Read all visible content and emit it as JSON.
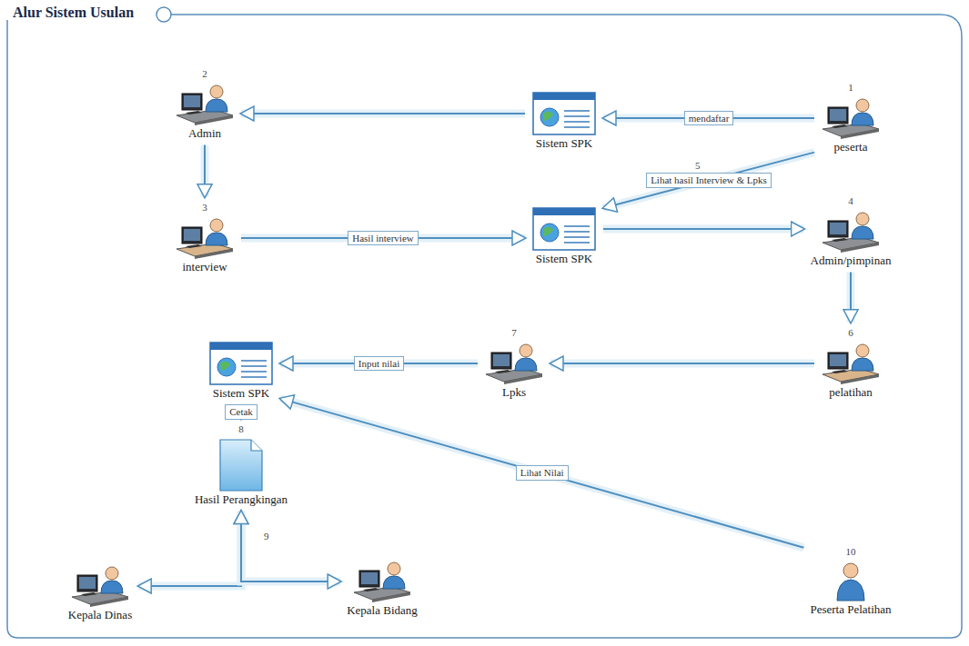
{
  "diagram": {
    "title": "Alur Sistem Usulan",
    "nodes": [
      {
        "text": [
          "1",
          "peserta"
        ]
      },
      {
        "text": [
          "Sistem SPK"
        ]
      },
      {
        "text": [
          "2",
          "Admin"
        ]
      },
      {
        "text": [
          "3",
          "interview"
        ]
      },
      {
        "text": [
          "Sistem SPK"
        ]
      },
      {
        "text": [
          "4",
          "Admin/pimpinan"
        ]
      },
      {
        "text": [
          "6",
          "pelatihan"
        ]
      },
      {
        "text": [
          "7",
          "Lpks"
        ]
      },
      {
        "text": [
          "Sistem SPK"
        ]
      },
      {
        "text": [
          "8",
          "Hasil Perangkingan"
        ]
      },
      {
        "text": [
          "Kepala Dinas"
        ]
      },
      {
        "text": [
          "Kepala Bidang"
        ]
      },
      {
        "text": [
          "10",
          "Peserta Pelatihan"
        ]
      }
    ],
    "edges": [
      {
        "from": 0,
        "to": 1,
        "label": "mendaftar",
        "arrow": "to"
      },
      {
        "from": 1,
        "to": 2,
        "arrow": "to"
      },
      {
        "from": 2,
        "to": 3,
        "arrow": "to"
      },
      {
        "from": 3,
        "to": 4,
        "label": "Hasil interview",
        "arrow": "to"
      },
      {
        "from": 4,
        "to": 5,
        "arrow": "to"
      },
      {
        "from": 5,
        "to": 6,
        "arrow": "to"
      },
      {
        "from": 6,
        "to": 7,
        "arrow": "to"
      },
      {
        "from": 7,
        "to": 8,
        "label": "Input nilai",
        "arrow": "to"
      },
      {
        "from": 8,
        "to": 9,
        "label": "Cetak",
        "arrow": "to"
      },
      {
        "from": 0,
        "to": 4,
        "label": "Lihat hasil Interview & Lpks",
        "arrow": "to"
      },
      {
        "from": 12,
        "to": 8,
        "label": "Lihat Nilai",
        "arrow": "to"
      },
      {
        "from": 9,
        "to": 10,
        "arrow": "both"
      },
      {
        "from": 9,
        "to": 11,
        "arrow": "both"
      }
    ],
    "labels": [
      "5",
      "9"
    ]
  }
}
